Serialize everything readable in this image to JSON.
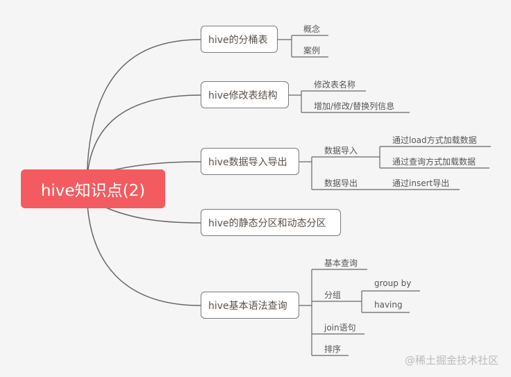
{
  "root": "hive知识点(2)",
  "topics": [
    {
      "label": "hive的分桶表",
      "children": [
        "概念",
        "案例"
      ]
    },
    {
      "label": "hive修改表结构",
      "children": [
        "修改表名称",
        "增加/修改/替换列信息"
      ]
    },
    {
      "label": "hive数据导入导出",
      "children": [
        {
          "label": "数据导入",
          "children": [
            "通过load方式加载数据",
            "通过查询方式加载数据"
          ]
        },
        {
          "label": "数据导出",
          "children": [
            "通过insert导出"
          ]
        }
      ]
    },
    {
      "label": "hive的静态分区和动态分区"
    },
    {
      "label": "hive基本语法查询",
      "children": [
        {
          "label": "基本查询"
        },
        {
          "label": "分组",
          "children": [
            "group by",
            "having"
          ]
        },
        {
          "label": "join语句"
        },
        {
          "label": "排序"
        }
      ]
    }
  ],
  "watermark": "@稀土掘金技术社区",
  "colors": {
    "root": "#f45b60",
    "line": "#666666"
  }
}
